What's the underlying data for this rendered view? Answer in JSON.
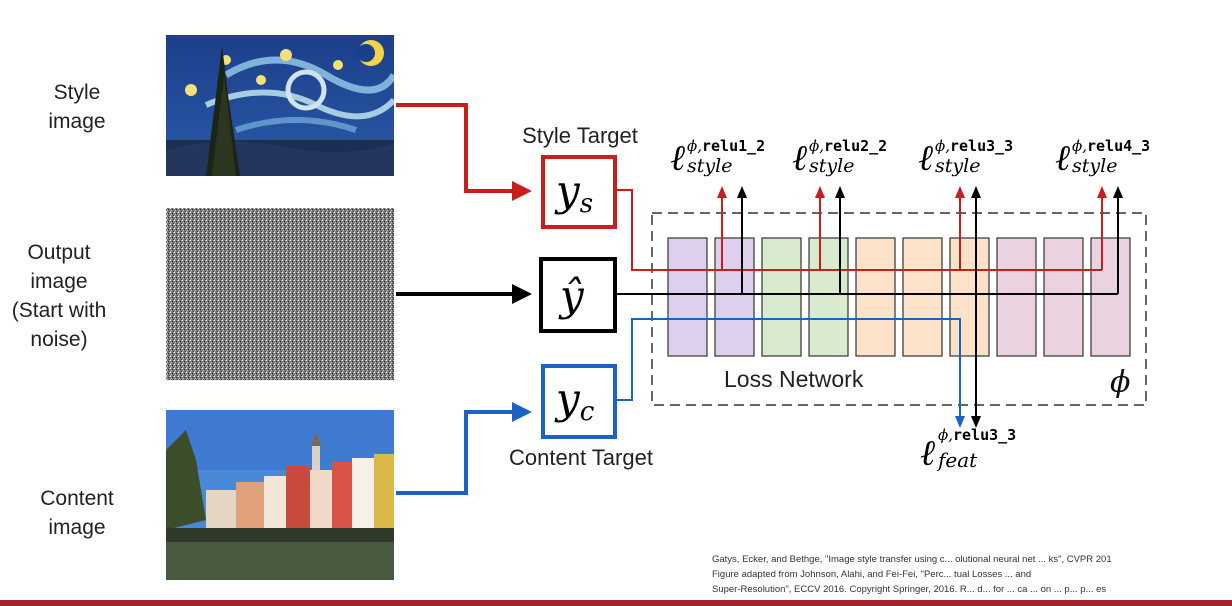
{
  "rows": {
    "style_label": "Style\nimage",
    "output_label": "Output\nimage\n(Start with\nnoise)",
    "content_label": "Content\nimage"
  },
  "boxes": {
    "style_target_caption": "Style Target",
    "content_target_caption": "Content Target",
    "ys": {
      "base": "y",
      "sub": "s"
    },
    "yhat": {
      "base": "ŷ"
    },
    "yc": {
      "base": "y",
      "sub": "c"
    }
  },
  "network": {
    "label": "Loss Network",
    "phi": "ϕ",
    "layer_colors": [
      "#ddd0ee",
      "#ddd0ee",
      "#d8ebcf",
      "#d8ebcf",
      "#fce2c8",
      "#fce2c8",
      "#fce2c8",
      "#ead2e0",
      "#ead2e0",
      "#ead2e0"
    ]
  },
  "losses": {
    "style": [
      {
        "ell": "ℓ",
        "sup_phi": "ϕ,",
        "sup_layer": "relu1_2",
        "sub": "style"
      },
      {
        "ell": "ℓ",
        "sup_phi": "ϕ,",
        "sup_layer": "relu2_2",
        "sub": "style"
      },
      {
        "ell": "ℓ",
        "sup_phi": "ϕ,",
        "sup_layer": "relu3_3",
        "sub": "style"
      },
      {
        "ell": "ℓ",
        "sup_phi": "ϕ,",
        "sup_layer": "relu4_3",
        "sub": "style"
      }
    ],
    "feat": {
      "ell": "ℓ",
      "sup_phi": "ϕ,",
      "sup_layer": "relu3_3",
      "sub": "feat"
    }
  },
  "colors": {
    "style": "#c81e1e",
    "content": "#1a62c4",
    "output": "#000000",
    "dash": "#666666"
  },
  "citation": {
    "line1": "Gatys, Ecker, and Bethge, \"Image style transfer using c... olutional neural net ... ks\", CVPR 201",
    "line2": "Figure adapted from Johnson, Alahi, and Fei-Fei, \"Perc... tual Losses ... and",
    "line3": "Super-Resolution\", ECCV 2016. Copyright Springer, 2016. R... d... for ... ca ... on ... p... p... es"
  }
}
